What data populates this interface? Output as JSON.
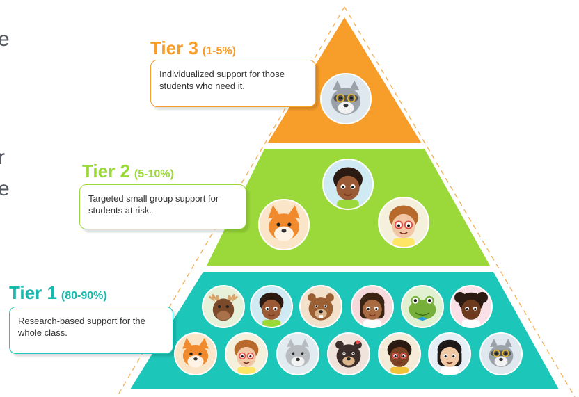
{
  "colors": {
    "tier1": "#1cc7b9",
    "tier2": "#9bd93a",
    "tier3": "#f79d2a"
  },
  "tiers": [
    {
      "name": "Tier 3",
      "pct": "(1-5%)",
      "desc": "Individualized support for those students who need it."
    },
    {
      "name": "Tier 2",
      "pct": "(5-10%)",
      "desc": "Targeted small group support for students at risk."
    },
    {
      "name": "Tier 1",
      "pct": "(80-90%)",
      "desc": "Research-based support for the whole class."
    }
  ],
  "partial_text": [
    "e",
    "r",
    "e"
  ],
  "avatars": {
    "tier3": [
      "raccoon"
    ],
    "tier2": [
      "fox",
      "boy",
      "girl-glasses"
    ],
    "tier1_row1": [
      "moose",
      "boy",
      "beaver",
      "girl",
      "frog",
      "girl-puffs"
    ],
    "tier1_row2": [
      "fox",
      "girl-glasses",
      "wolf",
      "bear",
      "boy-curly",
      "girl-dark-hair",
      "raccoon"
    ]
  }
}
